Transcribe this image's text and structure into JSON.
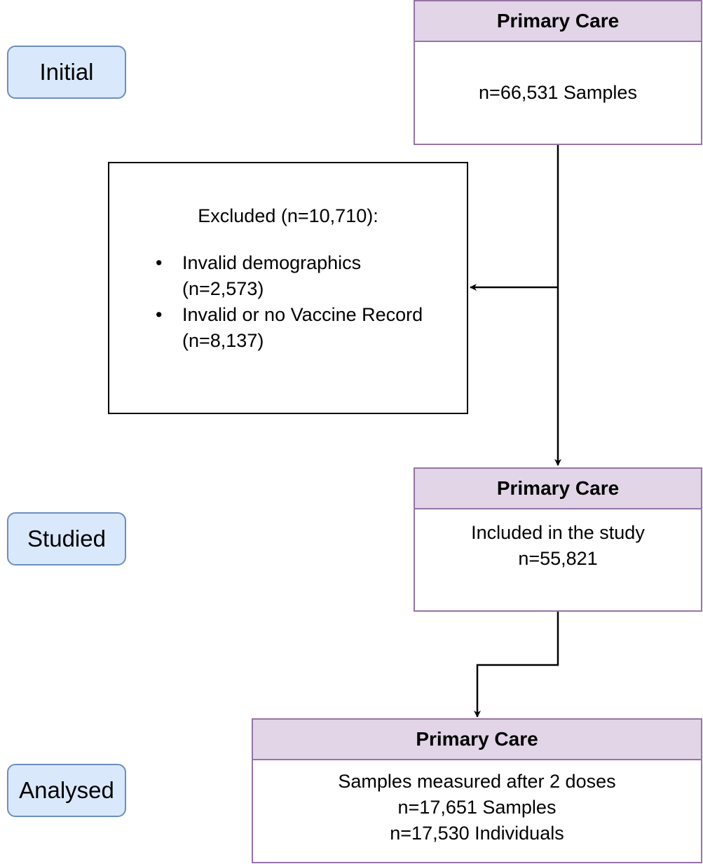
{
  "stages": {
    "initial": "Initial",
    "studied": "Studied",
    "analysed": "Analysed"
  },
  "box_initial": {
    "header": "Primary Care",
    "lines": [
      "n=66,531 Samples"
    ]
  },
  "excluded": {
    "title": "Excluded (n=10,710):",
    "items": [
      {
        "label": "Invalid demographics",
        "count": "(n=2,573)"
      },
      {
        "label": "Invalid or no Vaccine Record",
        "count": "(n=8,137)"
      }
    ]
  },
  "box_studied": {
    "header": "Primary Care",
    "lines": [
      "Included in the study",
      "n=55,821"
    ]
  },
  "box_analysed": {
    "header": "Primary Care",
    "lines": [
      "Samples measured after 2 doses",
      "n=17,651 Samples",
      "n=17,530 Individuals"
    ]
  },
  "colors": {
    "stage_fill": "#dae8fc",
    "stage_border": "#6c8ebf",
    "header_fill": "#e1d5e7",
    "box_border": "#9673a6"
  }
}
